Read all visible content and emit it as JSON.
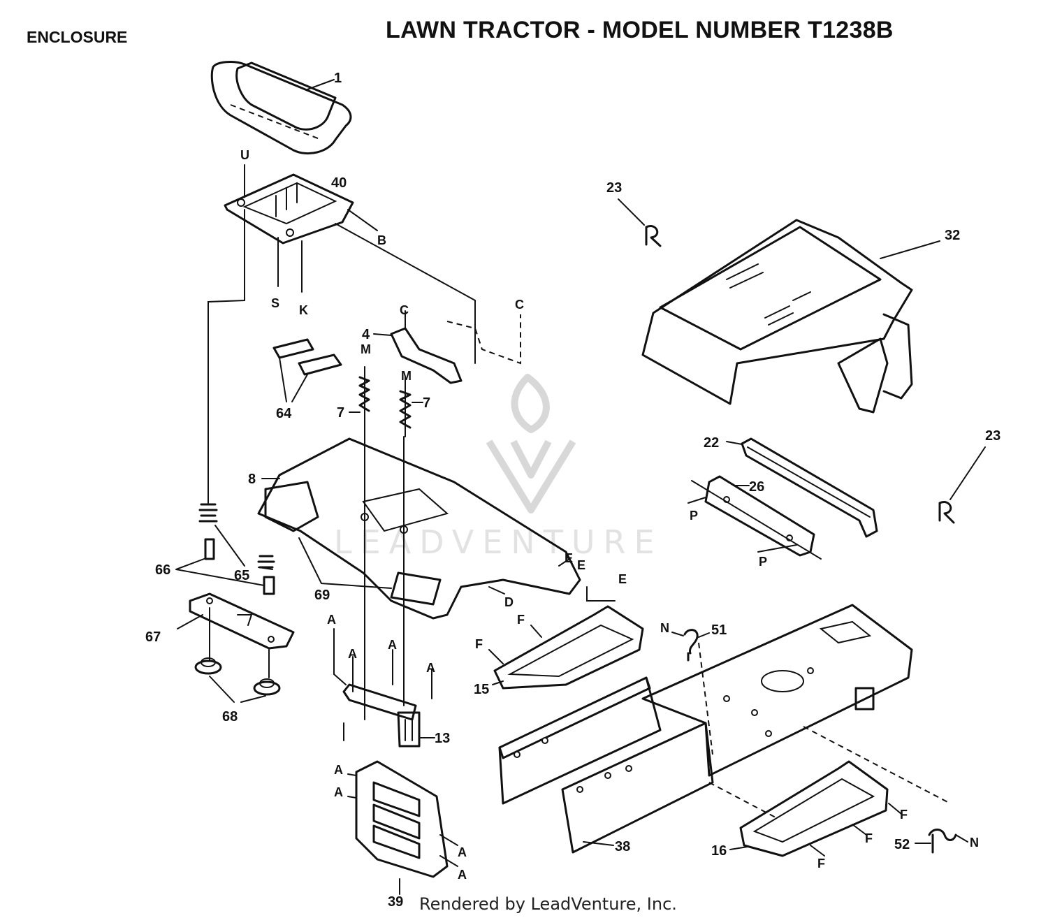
{
  "header": {
    "section": "ENCLOSURE",
    "title": "LAWN TRACTOR - MODEL NUMBER T1238B"
  },
  "watermark": {
    "text": "LEADVENTURE",
    "color": "#d8d8d8"
  },
  "footer": {
    "text": "Rendered by LeadVenture, Inc."
  },
  "callouts": {
    "seat": "1",
    "seat_plate": "40",
    "spring_pivot": "4",
    "spring_left": "7",
    "spring_right": "7",
    "dash": "8",
    "pads": "64",
    "bumper_springs": "66",
    "springs_65": "65",
    "bumper_plate": "67",
    "bushings": "68",
    "fender_mount": "69",
    "bracket_13": "13",
    "front_panel": "39",
    "step_left": "15",
    "step_right": "16",
    "frame": "38",
    "hood": "32",
    "pin_23_top": "23",
    "pin_23_right": "23",
    "hood_rail": "22",
    "hood_bracket": "26",
    "clip_51": "51",
    "clip_52": "52"
  },
  "reference_letters": {
    "U": "U",
    "B": "B",
    "S": "S",
    "K": "K",
    "C1": "C",
    "C2": "C",
    "M1": "M",
    "M2": "M",
    "E1": "E",
    "E2": "E",
    "E3": "E",
    "D": "D",
    "F1": "F",
    "F2": "F",
    "F3": "F",
    "F4": "F",
    "F5": "F",
    "A1": "A",
    "A2": "A",
    "A3": "A",
    "A4": "A",
    "A5": "A",
    "A6": "A",
    "A7": "A",
    "A8": "A",
    "P1": "P",
    "P2": "P",
    "N1": "N",
    "N2": "N"
  }
}
